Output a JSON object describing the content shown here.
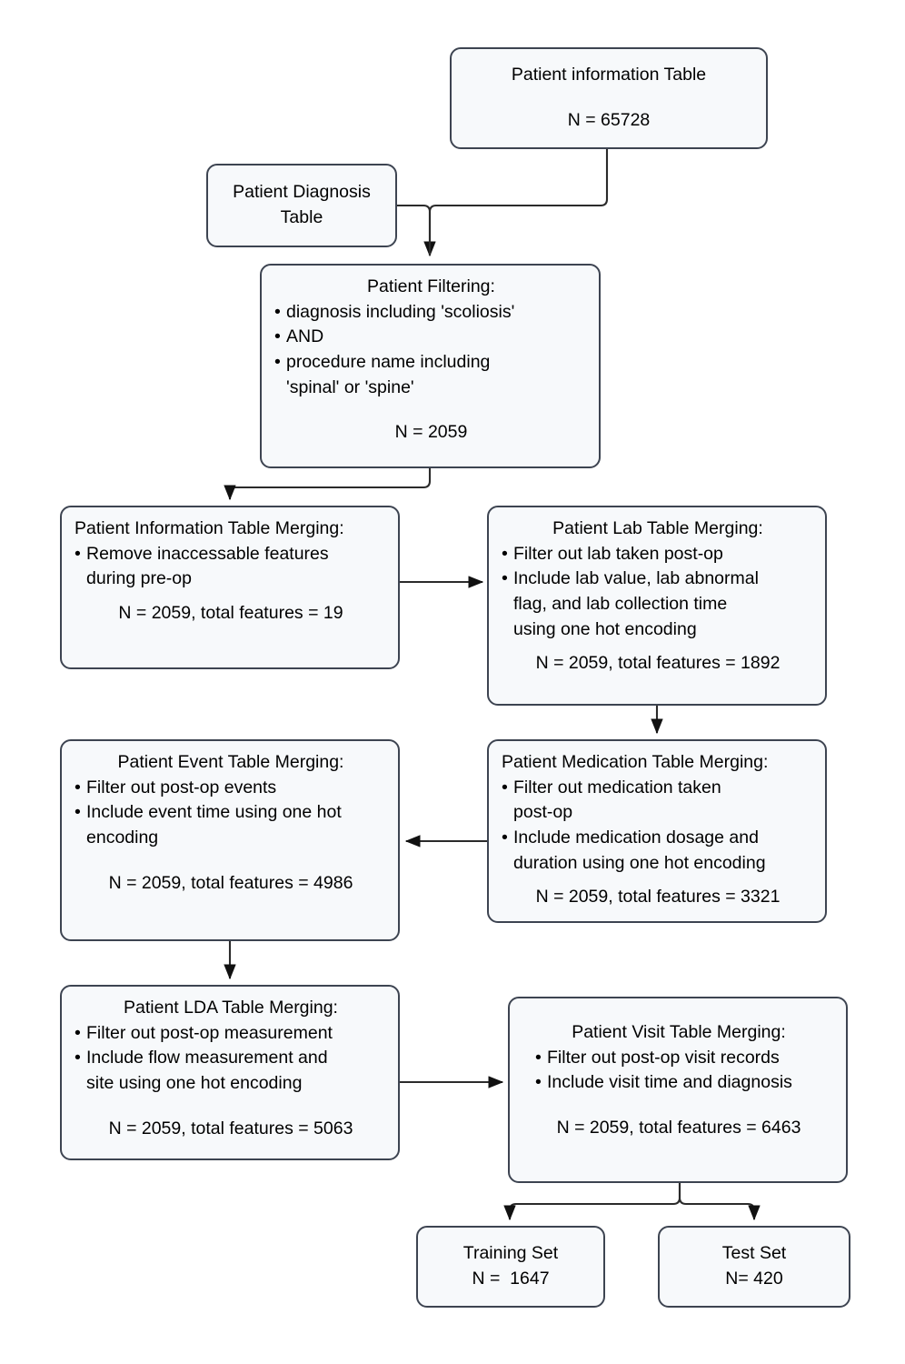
{
  "diagram": {
    "type": "flowchart",
    "title": "Patient data processing and merging pipeline",
    "colors": {
      "node_fill": "#f7f9fb",
      "node_border": "#3d4451",
      "connector": "#2b2b2b",
      "text": "#000000",
      "background": "#ffffff"
    },
    "nodes": {
      "patient_information_table": {
        "title": "Patient information Table",
        "count": "N = 65728"
      },
      "patient_diagnosis_table": {
        "title": "Patient Diagnosis\nTable"
      },
      "patient_filtering": {
        "title": "Patient Filtering:",
        "bullets": [
          "diagnosis including 'scoliosis'",
          "AND",
          "procedure name including\n'spinal' or 'spine'"
        ],
        "count": "N = 2059"
      },
      "patient_information_merging": {
        "title": "Patient Information Table Merging:",
        "bullets": [
          "Remove inaccessable features\nduring pre-op"
        ],
        "count": "N = 2059, total features = 19"
      },
      "patient_lab_merging": {
        "title": "Patient Lab Table Merging:",
        "bullets": [
          "Filter out lab taken post-op",
          "Include lab value, lab abnormal\nflag, and lab collection time\nusing one hot encoding"
        ],
        "count": "N = 2059, total features = 1892"
      },
      "patient_medication_merging": {
        "title": "Patient Medication Table Merging:",
        "bullets": [
          "Filter out medication taken\npost-op",
          "Include medication dosage and\nduration using one hot encoding"
        ],
        "count": "N = 2059, total features = 3321"
      },
      "patient_event_merging": {
        "title": "Patient Event Table Merging:",
        "bullets": [
          "Filter out post-op events",
          "Include event time using one hot\nencoding"
        ],
        "count": "N = 2059, total features = 4986"
      },
      "patient_lda_merging": {
        "title": "Patient LDA Table Merging:",
        "bullets": [
          "Filter out post-op measurement",
          "Include flow measurement and\nsite using one hot encoding"
        ],
        "count": "N = 2059, total features = 5063"
      },
      "patient_visit_merging": {
        "title": "Patient Visit Table Merging:",
        "bullets": [
          "Filter out post-op visit records",
          "Include visit time and diagnosis"
        ],
        "count": "N = 2059, total features = 6463"
      },
      "training_set": {
        "title": "Training Set",
        "count": "N =  1647"
      },
      "test_set": {
        "title": "Test Set",
        "count": "N= 420"
      }
    }
  }
}
